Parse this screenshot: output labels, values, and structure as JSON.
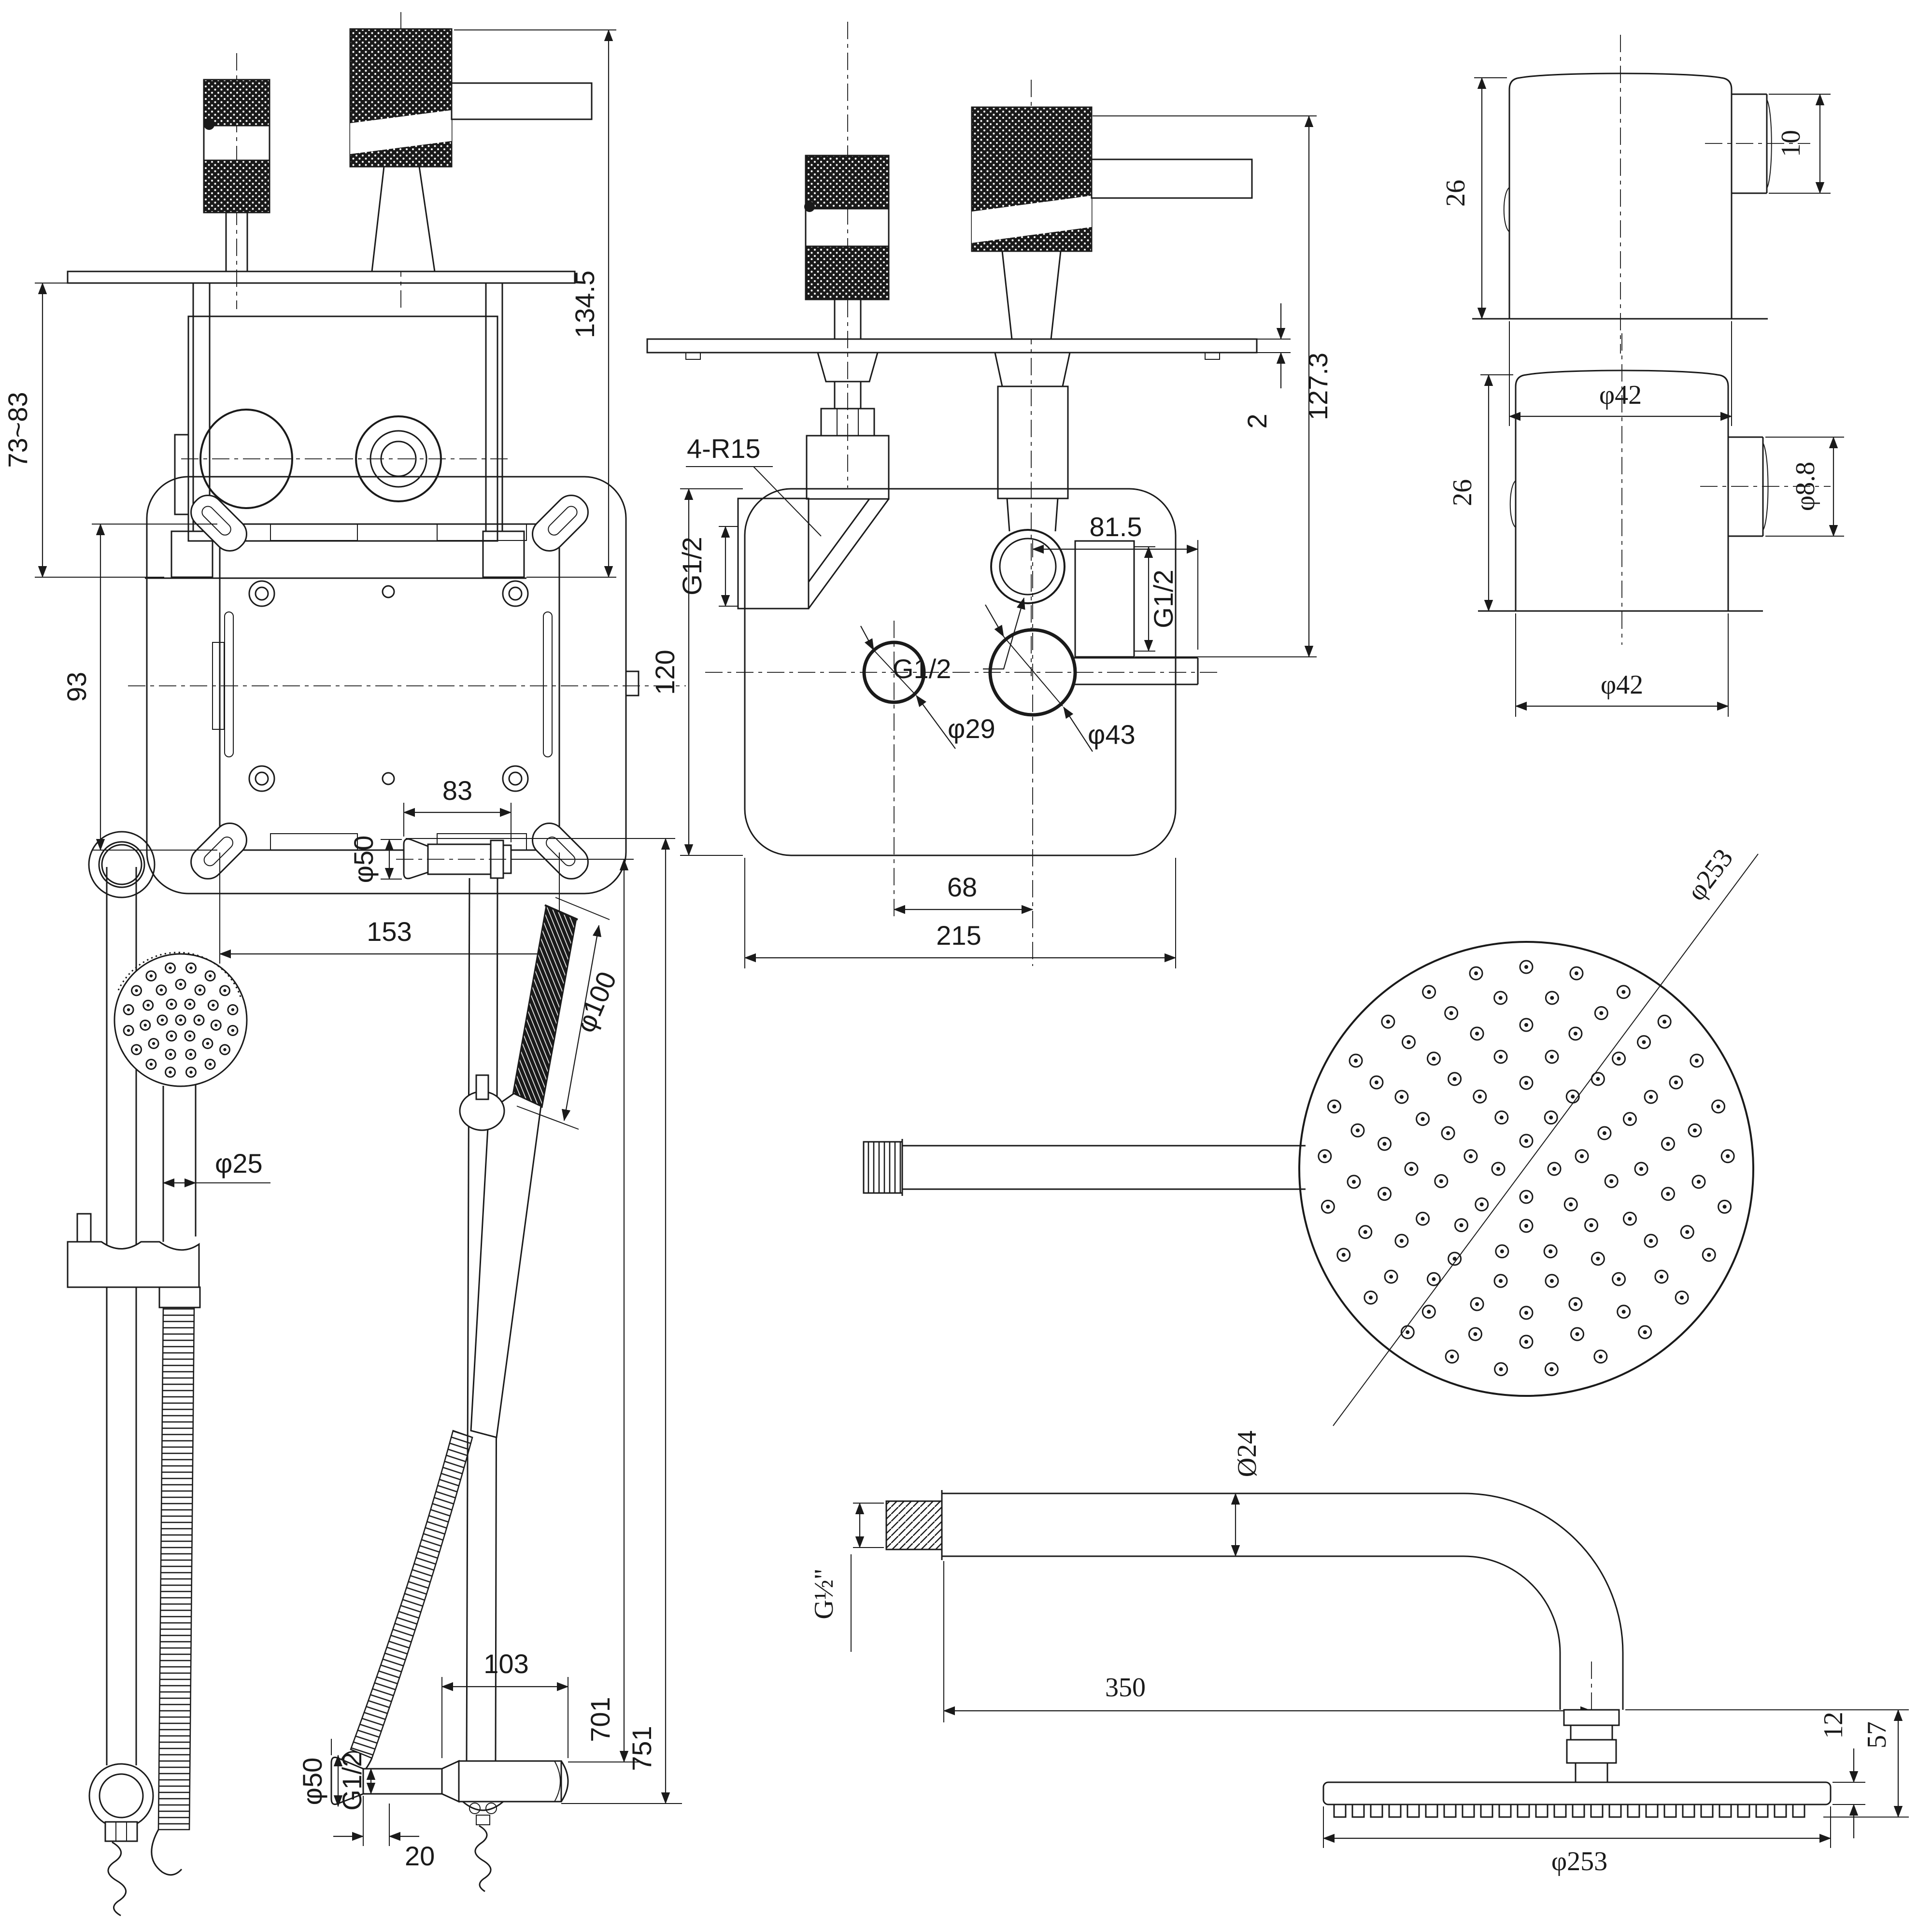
{
  "colors": {
    "line": "#1a1a1a",
    "background": "#ffffff"
  },
  "drawing": {
    "valve_front": {
      "dim_body_height": "73~83",
      "dim_total_height": "134.5"
    },
    "valve_side": {
      "label_inlet_left": "G1/2",
      "label_outlet_bottom": "G1/2",
      "label_inlet_right": "G1/2",
      "dim_plate_thickness": "2",
      "dim_total_height": "127.3"
    },
    "handle_top": {
      "dim_depth": "26",
      "dim_stem_length": "10",
      "dim_diameter": "φ42"
    },
    "handle_bottom": {
      "dim_depth": "26",
      "dim_stem_diameter": "φ8.8",
      "dim_diameter": "φ42"
    },
    "backplate": {
      "dim_height": "93",
      "dim_width": "153"
    },
    "faceplate": {
      "label_corner_radius": "4-R15",
      "dim_handle_offset": "81.5",
      "dim_height": "120",
      "dim_small_hole": "φ29",
      "dim_large_hole": "φ43",
      "dim_hole_spacing": "68",
      "dim_width": "215"
    },
    "rail_front": {
      "dim_rail_diameter": "φ25"
    },
    "rail_side": {
      "dim_bracket_length": "83",
      "dim_top_flange": "φ50",
      "dim_handset_face": "φ100",
      "dim_rail_length": "701",
      "dim_total_length": "751",
      "dim_bottom_offset": "103",
      "dim_bottom_flange": "φ50",
      "dim_thread": "G1/2",
      "dim_wall_gap": "20"
    },
    "head_top": {
      "dim_diameter": "φ253"
    },
    "head_side": {
      "dim_arm_diameter": "Ø24",
      "label_thread": "G½\"",
      "dim_arm_length": "350",
      "dim_plate_thickness": "12",
      "dim_drop_height": "57",
      "dim_diameter": "φ253"
    }
  }
}
